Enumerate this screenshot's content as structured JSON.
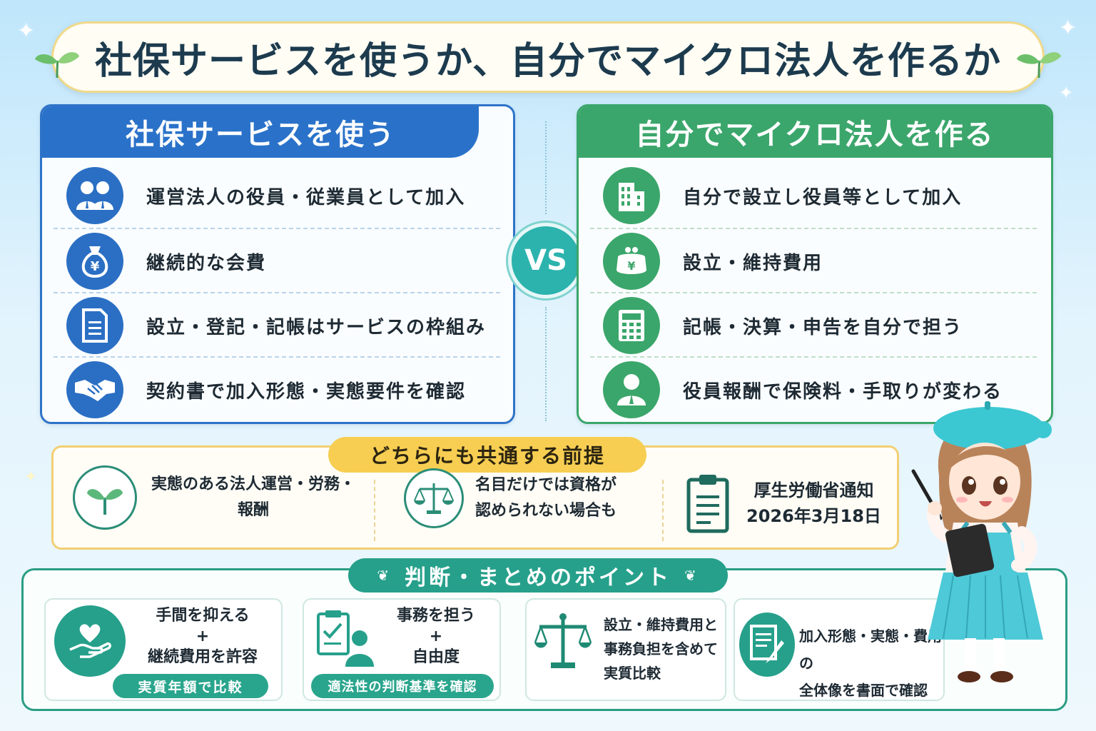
{
  "title": "社保サービスを使うか、自分でマイクロ法人を作るか",
  "left_panel": {
    "heading": "社保サービスを使う",
    "items": [
      {
        "label": "運営法人の役員・従業員として加入",
        "icon": "people-icon"
      },
      {
        "label": "継続的な会費",
        "icon": "money-bag-icon"
      },
      {
        "label": "設立・登記・記帳はサービスの枠組み",
        "icon": "document-icon"
      },
      {
        "label": "契約書で加入形態・実態要件を確認",
        "icon": "handshake-icon"
      }
    ]
  },
  "vs_label": "VS",
  "right_panel": {
    "heading": "自分でマイクロ法人を作る",
    "items": [
      {
        "label": "自分で設立し役員等として加入",
        "icon": "building-icon"
      },
      {
        "label": "設立・維持費用",
        "icon": "purse-icon"
      },
      {
        "label": "記帳・決算・申告を自分で担う",
        "icon": "calculator-icon"
      },
      {
        "label": "役員報酬で保険料・手取りが変わる",
        "icon": "executive-icon"
      }
    ]
  },
  "common": {
    "heading": "どちらにも共通する前提",
    "items": [
      {
        "lines": [
          "実態のある法人運営・労務・",
          "報酬"
        ],
        "icon": "sprout-icon"
      },
      {
        "lines": [
          "名目だけでは資格が",
          "認められない場合も"
        ],
        "icon": "scales-icon"
      },
      {
        "lines": [
          "厚生労働省通知",
          "2026年3月18日"
        ],
        "icon": "clipboard-icon"
      }
    ]
  },
  "summary": {
    "heading": "判断・まとめのポイント",
    "cards": [
      {
        "lines": [
          "手間を抑える",
          "+",
          "継続費用を許容"
        ],
        "pill": "実質年額で比較",
        "icon": "heart-hand-icon"
      },
      {
        "lines": [
          "事務を担う",
          "+",
          "自由度"
        ],
        "pill": "適法性の判断基準を確認",
        "icon": "checklist-person-icon"
      },
      {
        "lines": [
          "設立・維持費用と",
          "事務負担を含めて",
          "実質比較"
        ],
        "icon": "scales-icon"
      },
      {
        "lines": [
          "加入形態・実態・費用の",
          "全体像を書面で確認"
        ],
        "icon": "document-pen-icon"
      }
    ]
  },
  "colors": {
    "blue": "#2a72c9",
    "green": "#3ba66b",
    "teal": "#26a08b",
    "yellow": "#f7ce52"
  }
}
